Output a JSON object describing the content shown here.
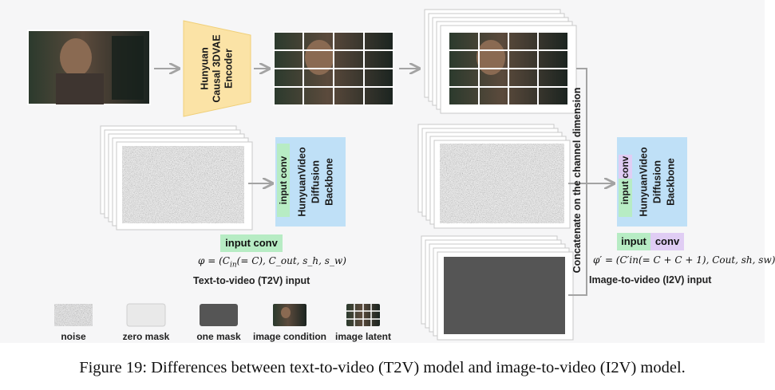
{
  "encoder": {
    "line1": "Hunyuan",
    "line2": "Causal 3DVAE",
    "line3": "Encoder"
  },
  "t2v": {
    "input_conv": "input conv",
    "backbone_line1": "HunyuanVideo",
    "backbone_line2": "Diffusion",
    "backbone_line3": "Backbone",
    "chip": "input conv",
    "formula_pre": "φ = (C",
    "formula_sub": "in",
    "formula_post": "(= C), C_out, s_h, s_w)",
    "label": "Text-to-video (T2V) input"
  },
  "i2v": {
    "concat_label": "Concatenate on the channel dimension",
    "input_conv": "input conv",
    "backbone_line1": "HunyuanVideo",
    "backbone_line2": "Diffusion",
    "backbone_line3": "Backbone",
    "chip_a": "input",
    "chip_b": "conv",
    "formula": "φ′ = (C′in(= C + C + 1), Cout, sh, sw)",
    "label": "Image-to-video (I2V) input"
  },
  "legend": {
    "noise": "noise",
    "zero_mask": "zero mask",
    "one_mask": "one mask",
    "image_condition": "image condition",
    "image_latent": "image latent"
  },
  "caption": "Figure 19: Differences between text-to-video (T2V) model and image-to-video (I2V) model.",
  "colors": {
    "encoder": "#fbe3a6",
    "backbone": "#bfe0f7",
    "input_conv_green": "#b7ecc4",
    "input_conv_purple": "#e0cdf4",
    "one_mask": "#555555",
    "arrow": "#a3a3a3"
  }
}
